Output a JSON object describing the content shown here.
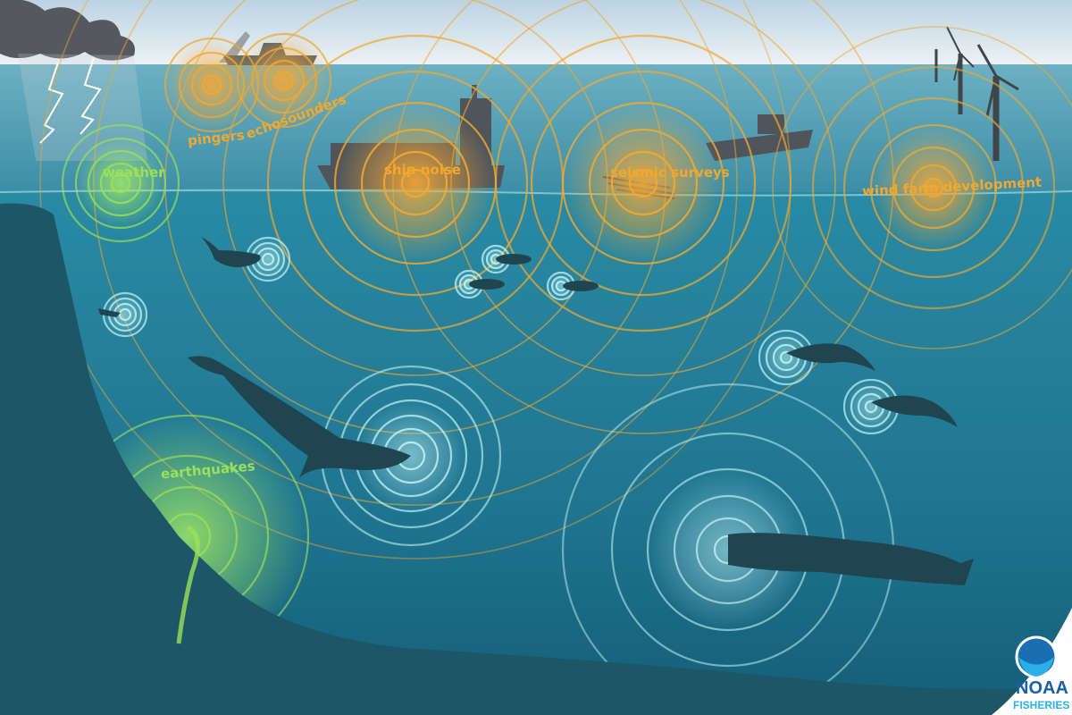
{
  "labels": {
    "weather": "weather",
    "pingers": "pingers",
    "echosounders": "echosounders",
    "ship_noise": "ship noise",
    "seismic_surveys": "seismic surveys",
    "wind_farm": "wind farm development",
    "earthquakes": "earthquakes"
  },
  "logo": {
    "line1": "NOAA",
    "line2": "FISHERIES",
    "seal": "NOAA"
  },
  "colors": {
    "anthropogenic": "#f0a830",
    "natural": "#9be05a",
    "biological": "#bff2f2",
    "water": "#2a7f99",
    "silhouette": "#1f4650"
  }
}
